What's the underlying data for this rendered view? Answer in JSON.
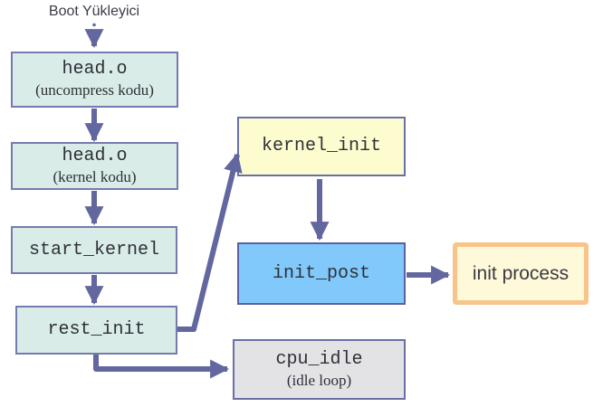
{
  "diagram": {
    "title": "Boot Yükleyici",
    "nodes": {
      "head_uncompress": {
        "label": "head.o",
        "sublabel": "(uncompress kodu)",
        "fill": "#d9ece7"
      },
      "head_kernel": {
        "label": "head.o",
        "sublabel": "(kernel kodu)",
        "fill": "#d9ece7"
      },
      "start_kernel": {
        "label": "start_kernel",
        "fill": "#d9ece7"
      },
      "rest_init": {
        "label": "rest_init",
        "fill": "#d9ece7"
      },
      "kernel_init": {
        "label": "kernel_init",
        "fill": "#fdfccf"
      },
      "init_post": {
        "label": "init_post",
        "fill": "#80c9fa"
      },
      "init_process": {
        "label": "init process",
        "fill": "#fdf9d9",
        "border": "#f8c489"
      },
      "cpu_idle": {
        "label": "cpu_idle",
        "sublabel": "(idle loop)",
        "fill": "#e3e3e6"
      }
    },
    "edges": [
      {
        "from": "boot_yukleyici",
        "to": "head_uncompress"
      },
      {
        "from": "head_uncompress",
        "to": "head_kernel"
      },
      {
        "from": "head_kernel",
        "to": "start_kernel"
      },
      {
        "from": "start_kernel",
        "to": "rest_init"
      },
      {
        "from": "rest_init",
        "to": "kernel_init"
      },
      {
        "from": "kernel_init",
        "to": "init_post"
      },
      {
        "from": "init_post",
        "to": "init_process"
      },
      {
        "from": "rest_init",
        "to": "cpu_idle"
      }
    ],
    "colors": {
      "arrow": "#62679f",
      "node_border": "#747bb0",
      "text": "#2e3038",
      "background": "#ffffff"
    }
  }
}
